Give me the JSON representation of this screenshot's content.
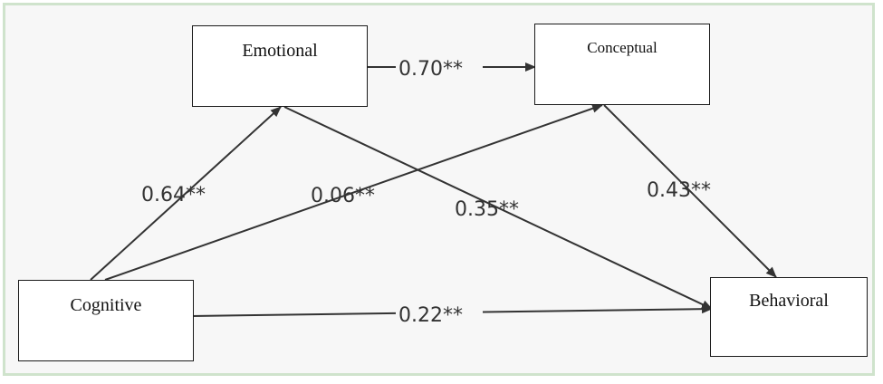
{
  "nodes": {
    "emotional": "Emotional",
    "conceptual": "Conceptual",
    "cognitive": "Cognitive",
    "behavioral": "Behavioral"
  },
  "edges": {
    "cognitive_emotional": "0.64**",
    "emotional_conceptual": "0.70**",
    "cognitive_conceptual": "0.06**",
    "emotional_behavioral": "0.35**",
    "conceptual_behavioral": "0.43**",
    "cognitive_behavioral": "0.22**"
  },
  "colors": {
    "frame_border": "#cfe3cc",
    "background": "#f7f7f7",
    "line": "#333333"
  }
}
